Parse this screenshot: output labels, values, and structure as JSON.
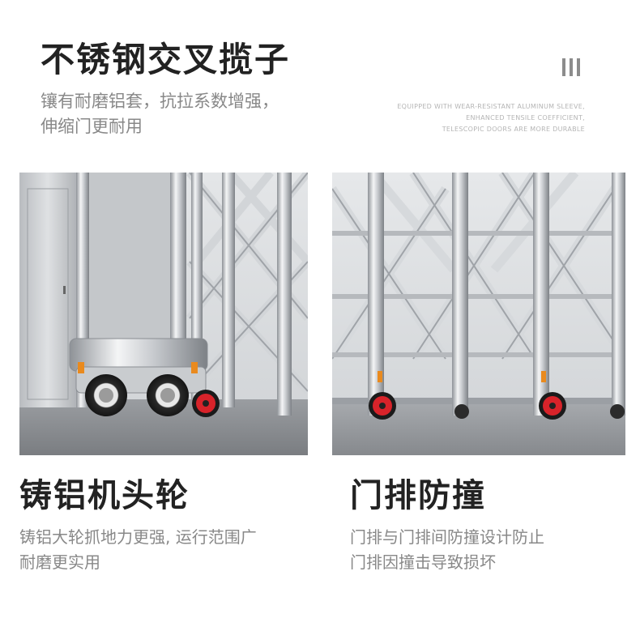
{
  "header": {
    "title": "不锈钢交叉揽子",
    "subtitle_lines": [
      "镶有耐磨铝套，抗拉系数增强，",
      "伸缩门更耐用"
    ],
    "english_lines": [
      "EQUIPPED WITH WEAR-RESISTANT ALUMINUM SLEEVE,",
      "ENHANCED TENSILE COEFFICIENT,",
      "TELESCOPIC DOORS ARE MORE DURABLE"
    ],
    "roman_numeral_icon": "roman-three-icon"
  },
  "features": [
    {
      "title": "铸铝机头轮",
      "desc_lines": [
        "铸铝大轮抓地力更强, 运行范围广",
        "耐磨更实用"
      ],
      "image": "gate-head-wheels-photo"
    },
    {
      "title": "门排防撞",
      "desc_lines": [
        "门排与门排间防撞设计防止",
        "门排因撞击导致损坏"
      ],
      "image": "gate-rows-anti-collision-photo"
    }
  ],
  "colors": {
    "title": "#222222",
    "subtitle": "#888888",
    "english": "#b5b5b5",
    "wheel_red": "#d8232a"
  }
}
